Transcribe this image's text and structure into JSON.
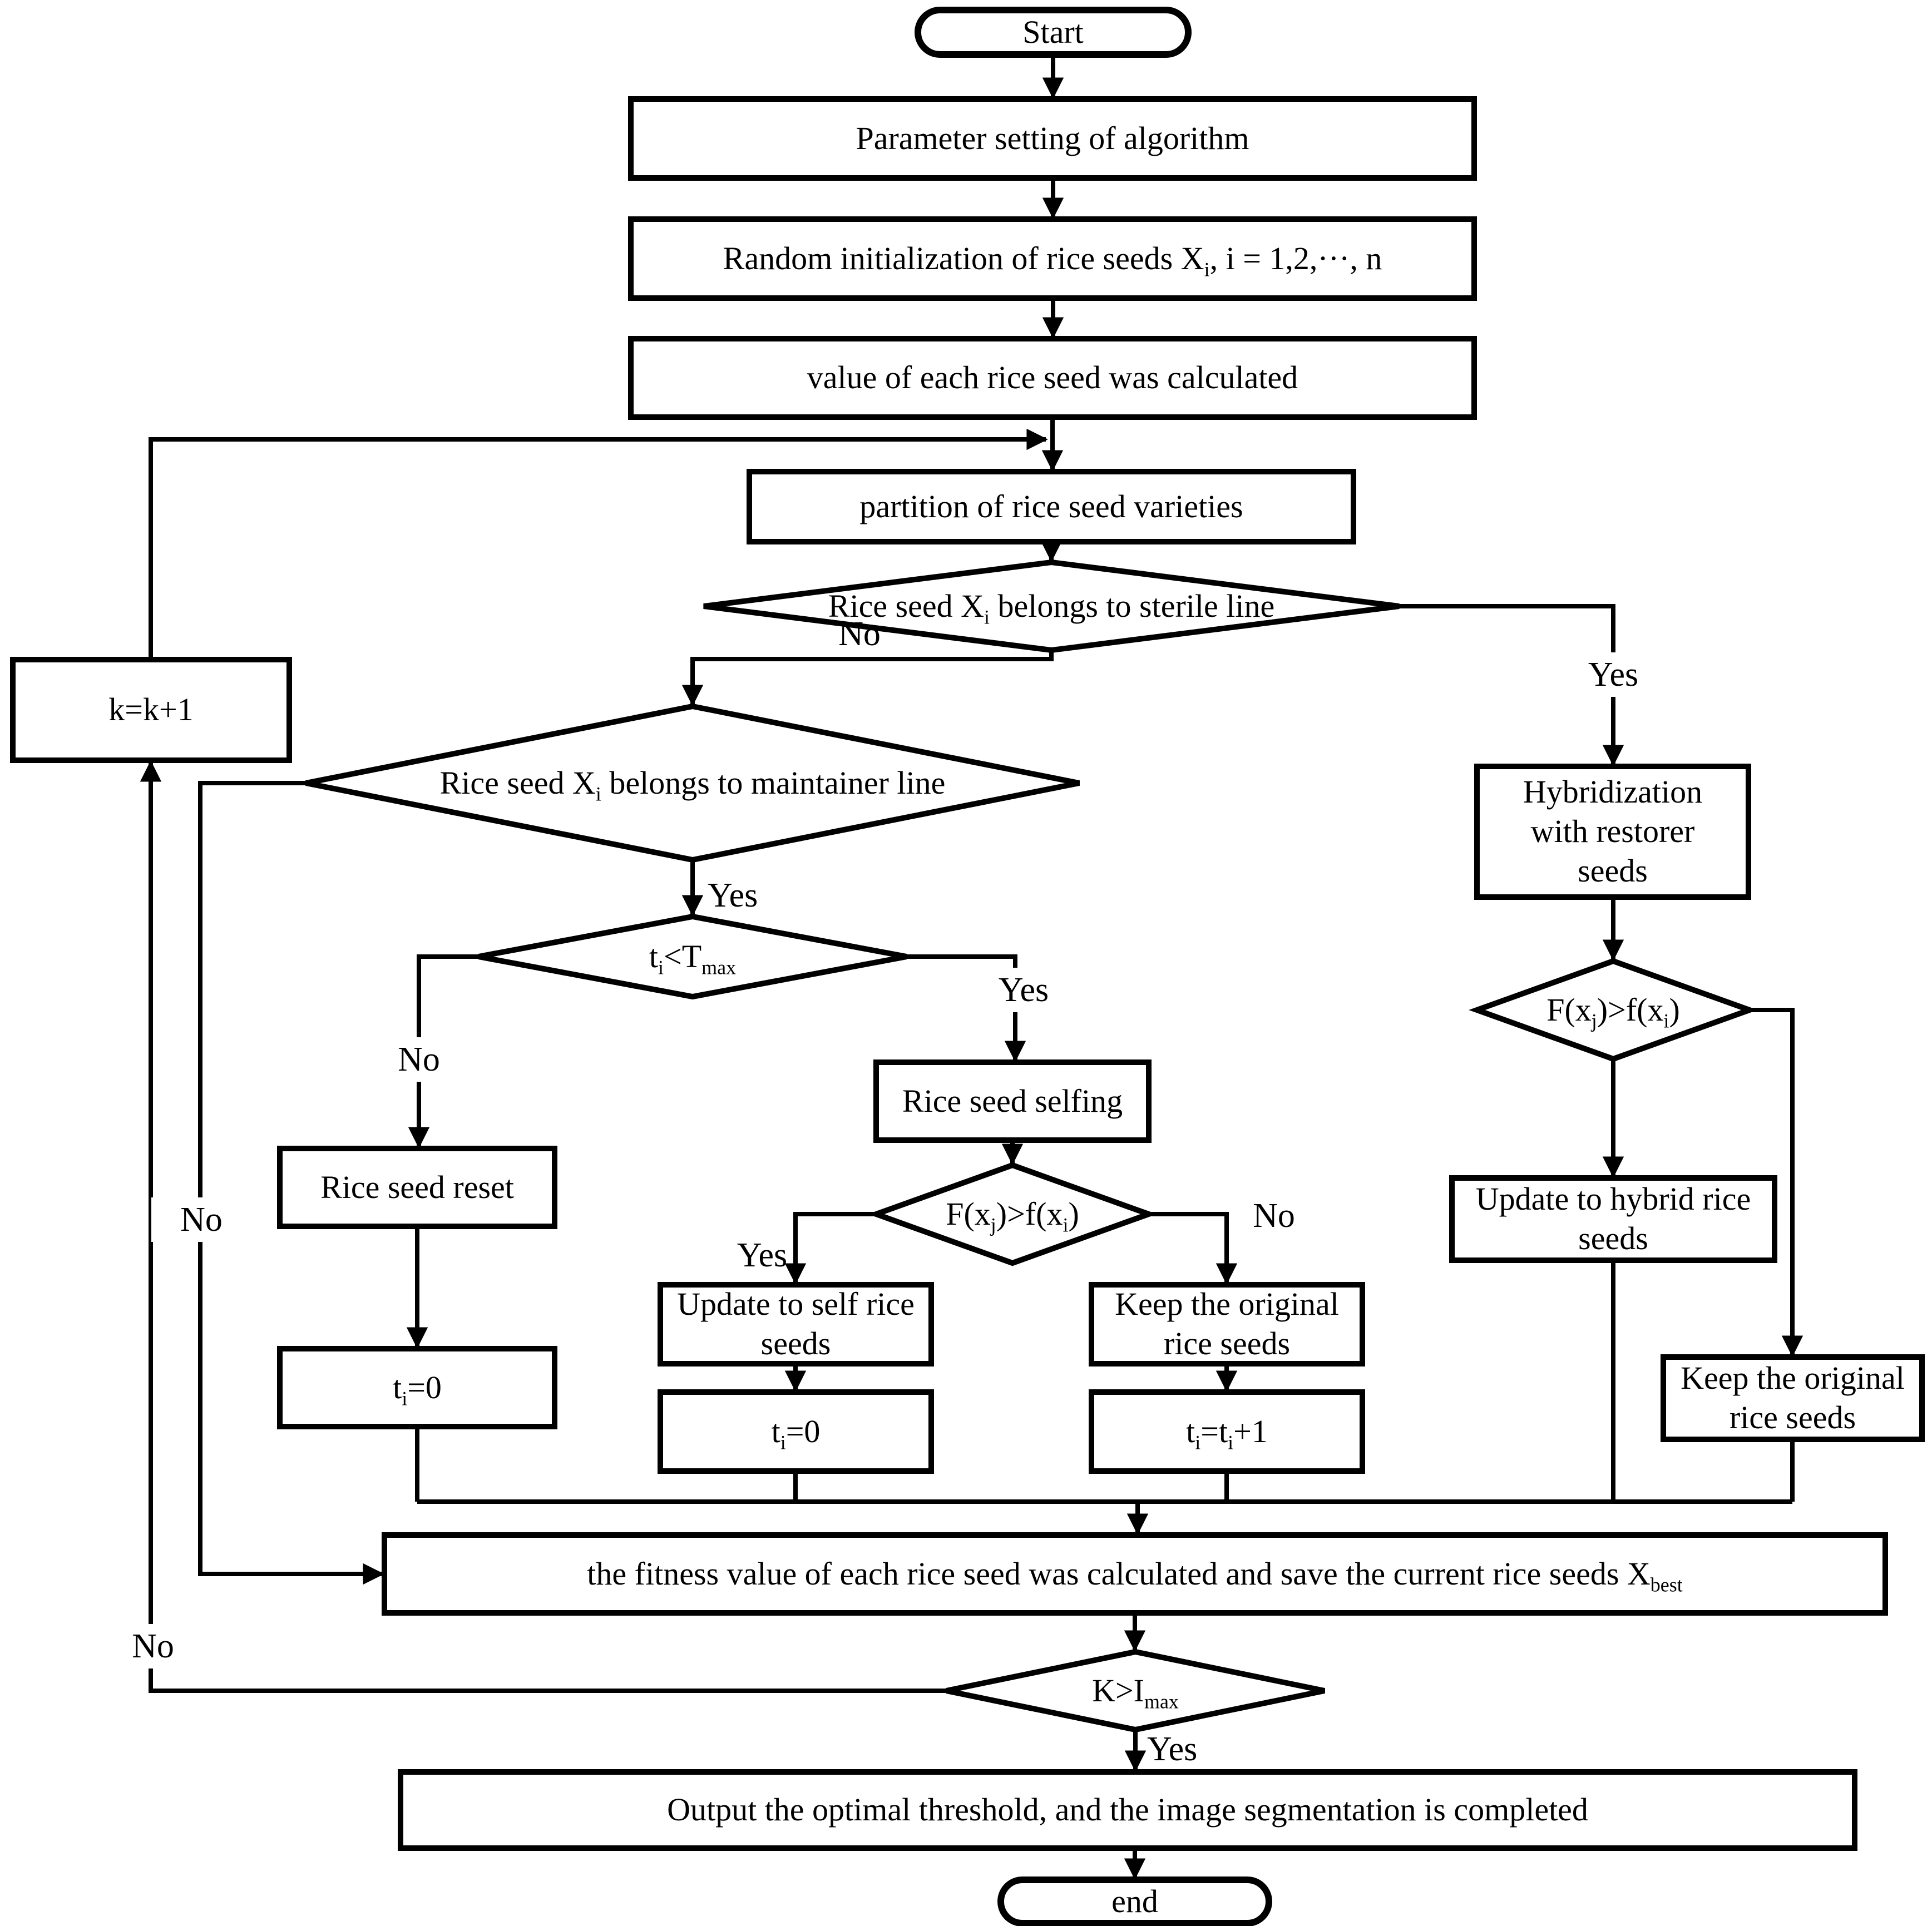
{
  "nodes": {
    "start": {
      "label": "Start"
    },
    "param_setting": {
      "label": "Parameter setting of algorithm"
    },
    "random_init": {
      "pre": "Random initialization of rice seeds X",
      "sub1": "i",
      "post": ", i = 1,2,···, n"
    },
    "value_calc": {
      "label": "value of each rice seed was calculated"
    },
    "partition": {
      "label": "partition of rice seed varieties"
    },
    "sterile_check": {
      "pre": "Rice seed X",
      "sub1": "i",
      "post": " belongs to sterile line"
    },
    "k_increment": {
      "label": "k=k+1"
    },
    "maintainer_check": {
      "pre": "Rice seed X",
      "sub1": "i",
      "post": " belongs to maintainer line"
    },
    "t_check": {
      "pre": "t",
      "sub1": "i",
      "mid": "<T",
      "sub2": "max"
    },
    "hybridization": {
      "label": "Hybridization with restorer seeds"
    },
    "fitness_check_right": {
      "pre": "F(x",
      "sub1": "j",
      "mid": ")>f(x",
      "sub2": "i",
      "post": ")"
    },
    "update_hybrid": {
      "label": "Update to hybrid rice seeds"
    },
    "keep_original_right": {
      "label": "Keep the original rice seeds"
    },
    "seed_reset": {
      "label": "Rice seed reset"
    },
    "t_zero_left": {
      "pre": "t",
      "sub1": "i",
      "post": "=0"
    },
    "seed_selfing": {
      "label": "Rice seed selfing"
    },
    "fitness_check_mid": {
      "pre": "F(x",
      "sub1": "j",
      "mid": ")>f(x",
      "sub2": "i",
      "post": ")"
    },
    "update_self": {
      "label": "Update to self rice seeds"
    },
    "t_zero_mid": {
      "pre": "t",
      "sub1": "i",
      "post": "=0"
    },
    "keep_original_mid": {
      "label": "Keep the original rice seeds"
    },
    "t_increment": {
      "pre": "t",
      "sub1": "i",
      "mid": "=t",
      "sub2": "i",
      "post": "+1"
    },
    "fitness_save": {
      "pre": "the fitness value of each rice seed was calculated and save the current rice seeds X",
      "sub1": "best"
    },
    "iteration_check": {
      "pre": "K>I",
      "sub1": "max"
    },
    "output": {
      "label": "Output the optimal threshold, and the image segmentation is completed"
    },
    "end": {
      "label": "end"
    }
  },
  "edge_labels": {
    "sterile_no": "No",
    "sterile_yes": "Yes",
    "maintainer_yes": "Yes",
    "maintainer_no": "No",
    "t_check_no": "No",
    "t_check_yes": "Yes",
    "fitness_mid_yes": "Yes",
    "fitness_mid_no": "No",
    "iteration_yes": "Yes",
    "iteration_no": "No"
  },
  "colors": {
    "line": "#000000",
    "background": "#ffffff",
    "text": "#000000"
  }
}
